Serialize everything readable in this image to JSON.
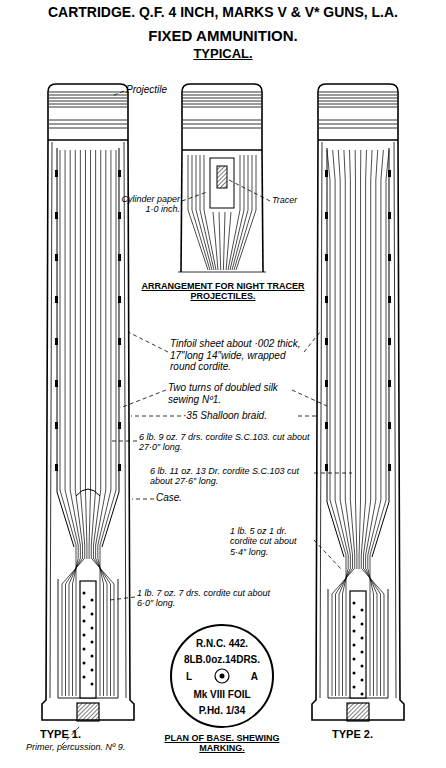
{
  "diagram": {
    "title": "CARTRIDGE. Q.F. 4 INCH, MARKS V & V* GUNS, L.A.",
    "nodes": [
      {
        "text": [
          "R.N.C. 442.",
          "8LB.0oz.14DRS.",
          "L",
          "A",
          "Mk VIII FOIL",
          "P.Hd. 1/34"
        ]
      }
    ],
    "labels": [
      "FIXED AMMUNITION.",
      "TYPICAL.",
      "Projectile",
      "Cylinder paper 1·0 inch.",
      "Tracer",
      "ARRANGEMENT FOR NIGHT TRACER PROJECTILES.",
      "Tinfoil sheet about ·002 thick, 17″long 14″wide, wrapped round cordite.",
      "Two turns of doubled silk sewing Nº1.",
      "·35 Shalloon braid.",
      "6 lb. 9 oz. 7 drs. cordite S.C.103. cut about 27·0″ long.",
      "6 lb. 11 oz. 13 Dr. cordite S.C.103 cut about 27·6″ long.",
      "Case.",
      "1 lb. 5 oz 1 dr. cordite cut about 5·4″ long.",
      "1 lb. 7 oz. 7 drs. cordite cut about 6·0″ long.",
      "TYPE 1.",
      "Primer, percussion. Nº 9.",
      "PLAN OF BASE. SHEWING MARKING.",
      "TYPE 2."
    ]
  }
}
